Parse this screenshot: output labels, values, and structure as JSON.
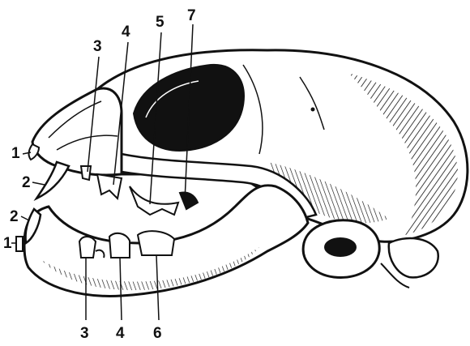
{
  "figure": {
    "labels_left": {
      "upper_1": "1",
      "upper_2": "2",
      "lower_2": "2",
      "lower_1": "1"
    },
    "labels_top": {
      "a": "3",
      "b": "4",
      "c": "5",
      "d": "7"
    },
    "labels_bottom": {
      "a": "3",
      "b": "4",
      "c": "6"
    }
  },
  "colors": {
    "ink": "#111111",
    "paper": "#ffffff"
  }
}
